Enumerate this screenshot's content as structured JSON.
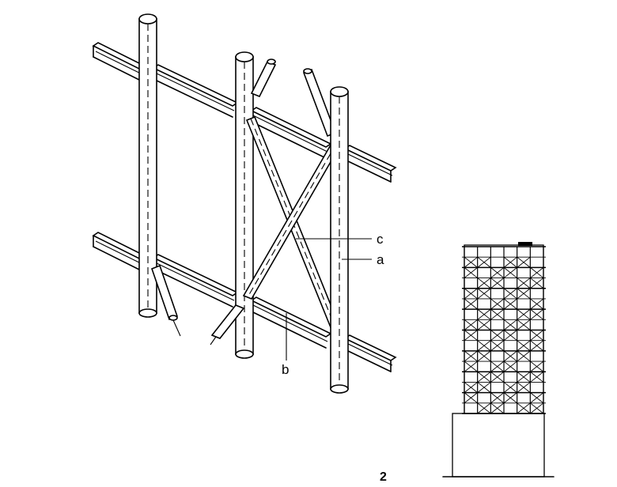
{
  "labels": {
    "a": "a",
    "b": "b",
    "c": "c"
  },
  "figure_number": "2"
}
